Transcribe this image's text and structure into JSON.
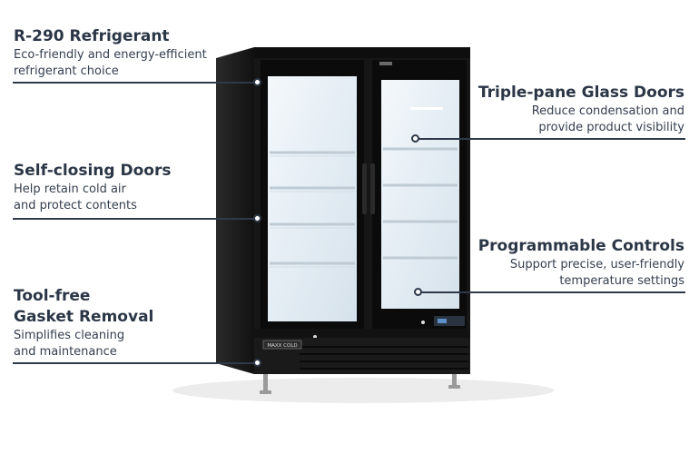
{
  "colors": {
    "text_heading": "#2b3646",
    "text_body": "#343f4f",
    "leader_line": "#2e3a4a",
    "cabinet": "#151515",
    "glass": "#e9f1f7"
  },
  "product": {
    "brand_badge": "MAXX COLD",
    "image": "two-door glass merchandiser freezer"
  },
  "callouts": [
    {
      "id": "r290",
      "title": "R-290 Refrigerant",
      "lines": [
        "Eco-friendly and energy-efficient",
        "refrigerant choice"
      ]
    },
    {
      "id": "self-closing",
      "title": "Self-closing Doors",
      "lines": [
        "Help retain cold air",
        "and protect contents"
      ]
    },
    {
      "id": "gasket",
      "title_lines": [
        "Tool-free",
        "Gasket Removal"
      ],
      "lines": [
        "Simplifies cleaning",
        "and maintenance"
      ]
    },
    {
      "id": "triple-pane",
      "title": "Triple-pane Glass Doors",
      "lines": [
        "Reduce condensation and",
        "provide product visibility"
      ]
    },
    {
      "id": "controls",
      "title": "Programmable Controls",
      "lines": [
        "Support precise, user-friendly",
        "temperature settings"
      ]
    }
  ]
}
